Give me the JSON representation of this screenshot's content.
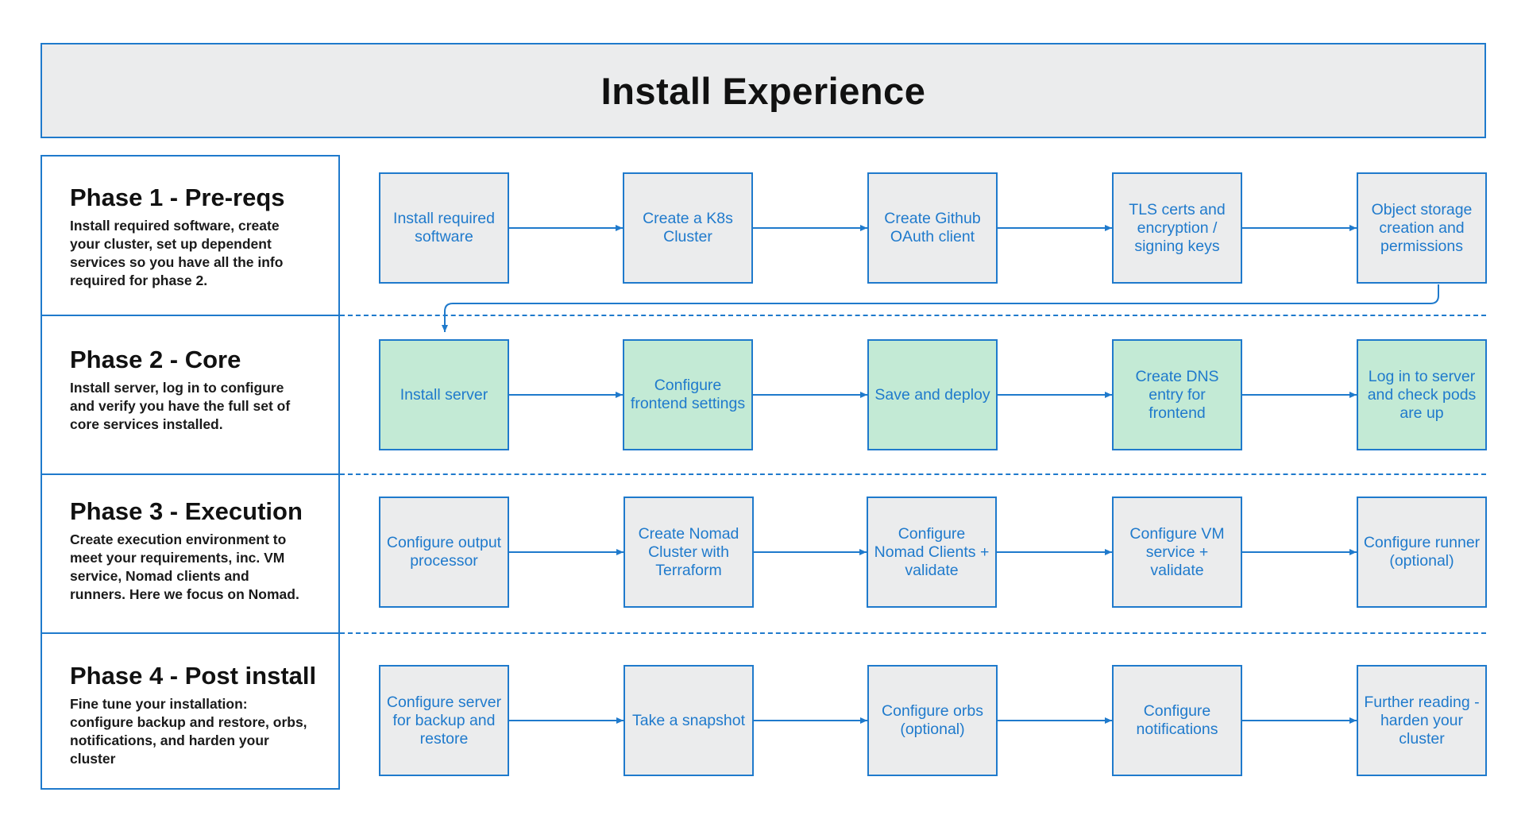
{
  "title": "Install Experience",
  "phases": [
    {
      "heading": "Phase 1 - Pre-reqs",
      "description": "Install required software, create your cluster, set up dependent services so you have all the info required for phase 2.",
      "steps": [
        "Install required software",
        "Create a K8s Cluster",
        "Create Github OAuth client",
        "TLS certs and encryption / signing keys",
        "Object storage creation and permissions"
      ]
    },
    {
      "heading": "Phase 2 - Core",
      "description": "Install server, log in to configure and verify you have the full set of core services installed.",
      "steps": [
        "Install server",
        "Configure frontend settings",
        "Save and deploy",
        "Create DNS entry for frontend",
        "Log in to server and check pods are up"
      ]
    },
    {
      "heading": "Phase 3 - Execution",
      "description": "Create execution environment to meet your requirements, inc. VM service, Nomad clients and runners. Here we focus on Nomad.",
      "steps": [
        "Configure output processor",
        "Create Nomad Cluster with Terraform",
        "Configure Nomad Clients + validate",
        "Configure VM service + validate",
        "Configure runner (optional)"
      ]
    },
    {
      "heading": "Phase 4 - Post install",
      "description": "Fine tune your installation: configure backup and restore, orbs, notifications, and harden your cluster",
      "steps": [
        "Configure server for backup and restore",
        "Take a snapshot",
        "Configure orbs (optional)",
        "Configure notifications",
        "Further reading - harden your cluster"
      ]
    }
  ],
  "colors": {
    "accent": "#1f7acc",
    "box_fill": "#ebeced",
    "core_fill": "#c3ead5",
    "heading_text": "#111111"
  }
}
